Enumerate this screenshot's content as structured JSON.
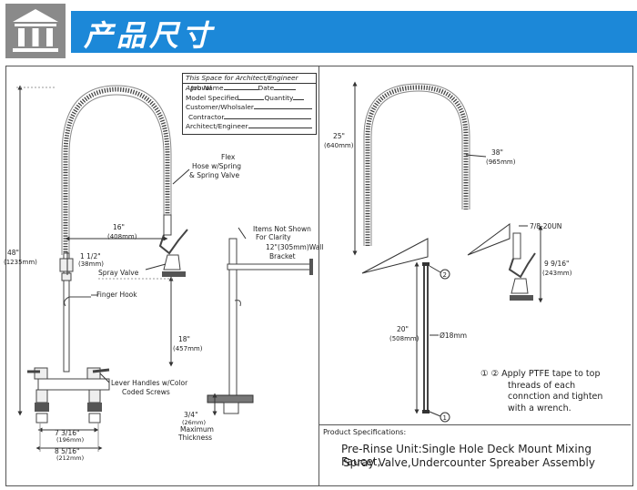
{
  "header": {
    "title": "产品尺寸",
    "brand_color": "#1c88d8",
    "logo_icon": "building-columns-icon"
  },
  "approval_form": {
    "header": "This Space for Architect/Engineer Aproval",
    "fields": [
      "Job Name",
      "Date",
      "Model Specified",
      "Quantity",
      "Customer/Wholsaler",
      "Contractor",
      "Architect/Engineer"
    ]
  },
  "left_labels": {
    "flex_hose": [
      "Flex",
      "Hose w/Spring",
      "& Spring Valve"
    ],
    "dim_16": "16\"",
    "dim_16_mm": "(408mm)",
    "dim_48": "48\"",
    "dim_48_mm": "(1235mm)",
    "dim_1_5": "1 1/2\"",
    "dim_1_5_mm": "(38mm)",
    "spray_valve": "Spray Valve",
    "finger_hook": "Finger Hook",
    "dim_18": "18\"",
    "dim_18_mm": "(457mm)",
    "lever_handles": [
      "Lever Handles w/Color",
      "Coded Screws"
    ],
    "dim_7_3_16": "7 3/16\"",
    "dim_7_3_16_mm": "(196mm)",
    "dim_8_5_16": "8 5/16\"",
    "dim_8_5_16_mm": "(212mm)",
    "items_not_shown": [
      "Items Not Shown",
      "For Clarity"
    ],
    "wall_bracket": [
      "12\"(305mm)Wall",
      "Bracket"
    ],
    "dim_3_4": "3/4\"",
    "dim_3_4_mm": "(26mm)",
    "max_thickness": [
      "Maximum",
      "Thickness"
    ]
  },
  "right_labels": {
    "dim_25": "25\"",
    "dim_25_mm": "(640mm)",
    "dim_38": "38\"",
    "dim_38_mm": "(965mm)",
    "thread": "7/8-20UN",
    "dim_9_9_16": "9 9/16\"",
    "dim_9_9_16_mm": "(243mm)",
    "dim_20": "20\"",
    "dim_20_mm": "(508mm)",
    "diameter": "Ø18mm",
    "callout_1": "1",
    "callout_2": "2"
  },
  "note": {
    "lines": [
      "① ② Apply PTFE tape to top",
      "threads of each",
      "connction and tighten",
      "with a wrench."
    ]
  },
  "specs": {
    "label": "Product Specifications:",
    "line1": "Pre-Rinse Unit:Single Hole Deck Mount Mixing Faucet,",
    "line2": "Spray Valve,Undercounter Spreaber Assembly"
  }
}
